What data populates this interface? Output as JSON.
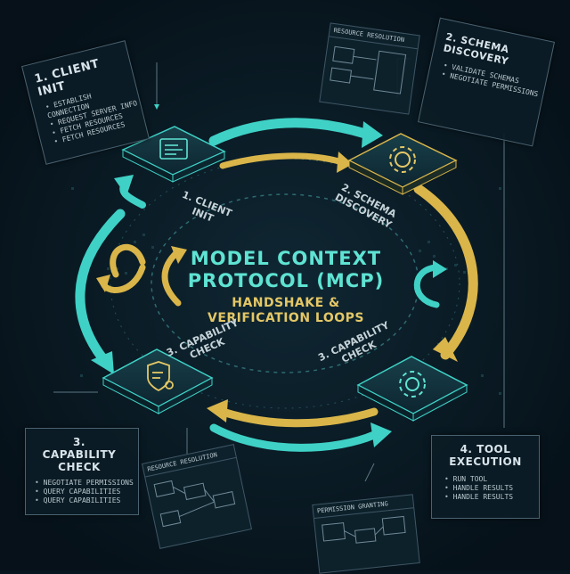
{
  "diagram": {
    "title_line1": "MODEL CONTEXT",
    "title_line2": "PROTOCOL (MCP)",
    "subtitle_line1": "HANDSHAKE &",
    "subtitle_line2": "VERIFICATION LOOPS"
  },
  "ring_labels": {
    "client_init": "1. CLIENT INIT",
    "schema_discovery": "2. SCHEMA DISCOVERY",
    "capability_left": "3. CAPABILITY CHECK",
    "capability_right": "3. CAPABILITY CHECK"
  },
  "panels": {
    "client_init": {
      "title": "1. CLIENT INIT",
      "items": [
        "ESTABLISH CONNECTION",
        "REQUEST SERVER INFO",
        "FETCH RESOURCES",
        "FETCH RESOURCES"
      ]
    },
    "schema_discovery": {
      "title": "2. SCHEMA DISCOVERY",
      "items": [
        "VALIDATE SCHEMAS",
        "NEGOTIATE PERMISSIONS"
      ]
    },
    "capability_check": {
      "title": "3. CAPABILITY CHECK",
      "items": [
        "NEGOTIATE PERMISSIONS",
        "QUERY CAPABILITIES",
        "QUERY CAPABILITIES"
      ]
    },
    "tool_execution": {
      "title": "4. TOOL EXECUTION",
      "items": [
        "RUN TOOL",
        "HANDLE RESULTS",
        "HANDLE RESULTS"
      ]
    }
  },
  "mini_panels": {
    "resource_resolution_top": "RESOURCE RESOLUTION",
    "resource_resolution_bottom": "RESOURCE RESOLUTION",
    "permission_granting": "PERMISSION GRANTING"
  },
  "colors": {
    "background": "#081620",
    "cyan": "#3fd1c6",
    "gold": "#d9b54a",
    "panel_border": "#4a6270"
  },
  "icons": {
    "node_top_left": "document-icon",
    "node_top_right": "gear-icon",
    "node_bottom_left": "shield-check-icon",
    "node_bottom_right": "gear-icon"
  }
}
